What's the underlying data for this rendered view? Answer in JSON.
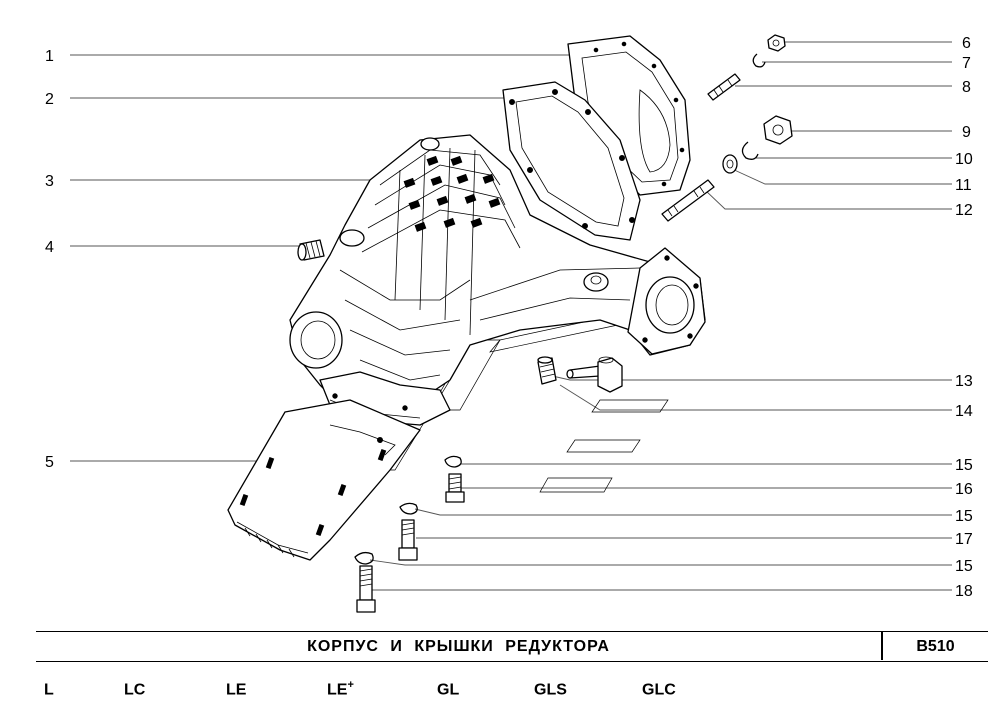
{
  "callouts": [
    {
      "id": "1",
      "text": "1"
    },
    {
      "id": "2",
      "text": "2"
    },
    {
      "id": "3",
      "text": "3"
    },
    {
      "id": "4",
      "text": "4"
    },
    {
      "id": "5",
      "text": "5"
    },
    {
      "id": "6",
      "text": "6"
    },
    {
      "id": "7",
      "text": "7"
    },
    {
      "id": "8",
      "text": "8"
    },
    {
      "id": "9",
      "text": "9"
    },
    {
      "id": "10",
      "text": "10"
    },
    {
      "id": "11",
      "text": "11"
    },
    {
      "id": "12",
      "text": "12"
    },
    {
      "id": "13",
      "text": "13"
    },
    {
      "id": "14",
      "text": "14"
    },
    {
      "id": "15a",
      "text": "15"
    },
    {
      "id": "16",
      "text": "16"
    },
    {
      "id": "15b",
      "text": "15"
    },
    {
      "id": "17",
      "text": "17"
    },
    {
      "id": "15c",
      "text": "15"
    },
    {
      "id": "18",
      "text": "18"
    }
  ],
  "title": "КОРПУС И КРЫШКИ РЕДУКТОРА",
  "code": "B510",
  "variants": [
    {
      "name": "L",
      "sup": ""
    },
    {
      "name": "LC",
      "sup": ""
    },
    {
      "name": "LE",
      "sup": ""
    },
    {
      "name": "LE",
      "sup": "+"
    },
    {
      "name": "GL",
      "sup": ""
    },
    {
      "name": "GLS",
      "sup": ""
    },
    {
      "name": "GLC",
      "sup": ""
    }
  ]
}
